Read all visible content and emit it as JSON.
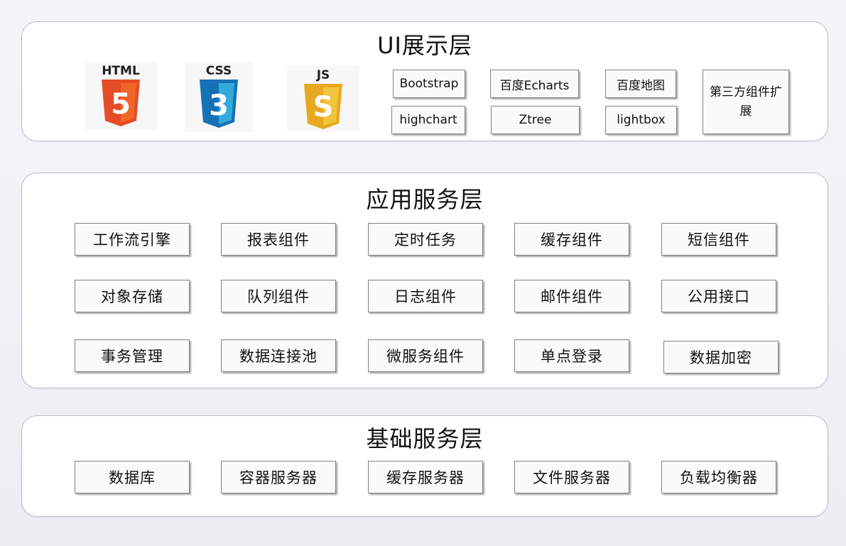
{
  "ui_layer": {
    "title": "UI展示层",
    "logos": [
      {
        "label": "HTML",
        "glyph": "5",
        "icon": "html5-icon",
        "color": "#e44d26",
        "shade": "#f16529"
      },
      {
        "label": "CSS",
        "glyph": "3",
        "icon": "css3-icon",
        "color": "#1572b6",
        "shade": "#33a9dc"
      },
      {
        "label": "JS",
        "glyph": "S",
        "icon": "js-icon",
        "color": "#e8a81f",
        "shade": "#f2c43d"
      }
    ],
    "components": [
      "Bootstrap",
      "百度Echarts",
      "百度地图",
      "highchart",
      "Ztree",
      "lightbox"
    ],
    "extension": "第三方组件扩展"
  },
  "app_layer": {
    "title": "应用服务层",
    "components": [
      "工作流引擎",
      "报表组件",
      "定时任务",
      "缓存组件",
      "短信组件",
      "对象存储",
      "队列组件",
      "日志组件",
      "邮件组件",
      "公用接口",
      "事务管理",
      "数据连接池",
      "微服务组件",
      "单点登录",
      "数据加密"
    ]
  },
  "base_layer": {
    "title": "基础服务层",
    "components": [
      "数据库",
      "容器服务器",
      "缓存服务器",
      "文件服务器",
      "负载均衡器"
    ]
  }
}
